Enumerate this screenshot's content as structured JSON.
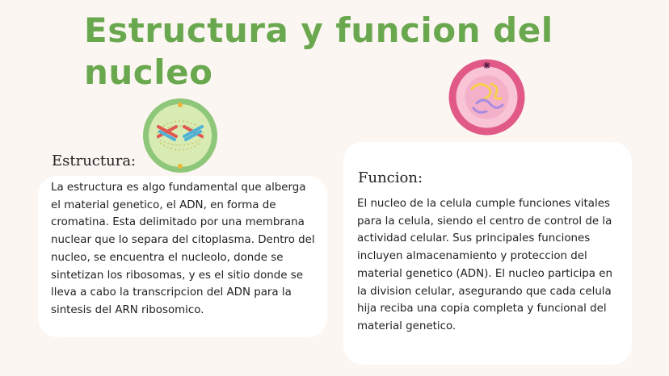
{
  "title": "Estructura y funcion del nucleo",
  "estructura": {
    "heading": "Estructura:",
    "text": "La estructura es algo fundamental que alberga el material genetico, el ADN, en forma de cromatina. Esta delimitado por una membrana nuclear que lo separa del citoplasma. Dentro del nucleo, se encuentra el nucleolo, donde se sintetizan los ribosomas, y es el sitio donde se lleva a cabo la transcripcion del ADN para la sintesis del ARN ribosomico."
  },
  "funcion": {
    "heading": "Funcion:",
    "text": "El nucleo de la celula cumple funciones vitales para la celula, siendo el centro de control de la actividad celular. Sus principales funciones incluyen almacenamiento y proteccion del material genetico (ADN). El nucleo participa en la division celular, asegurando que cada celula hija reciba una copia completa y funcional del material genetico."
  },
  "colors": {
    "background": "#fcf6f2",
    "title": "#6aa84f",
    "card": "#ffffff"
  },
  "icons": [
    "cell-division-icon",
    "cell-nucleus-icon"
  ]
}
